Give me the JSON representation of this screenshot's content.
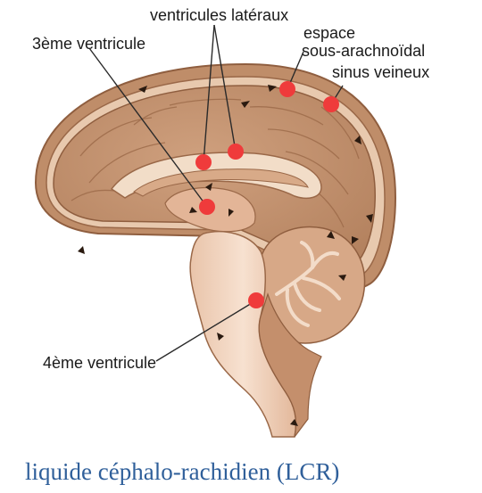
{
  "labels": {
    "ventricules_lateraux": "ventricules latéraux",
    "troisieme_ventricule": "3ème ventricule",
    "espace": "espace",
    "sous_arachnoidal": "sous-arachnoïdal",
    "sinus_veineux": "sinus veineux",
    "quatrieme_ventricule": "4ème ventricule"
  },
  "caption": "liquide céphalo-rachidien (LCR)",
  "colors": {
    "marker": "#ef3b3b",
    "caption": "#2f5f9a",
    "brain_dark": "#a06e4e",
    "brain_mid": "#c99b78",
    "brain_light": "#e6c3a6",
    "stem": "#f0d2bd"
  }
}
